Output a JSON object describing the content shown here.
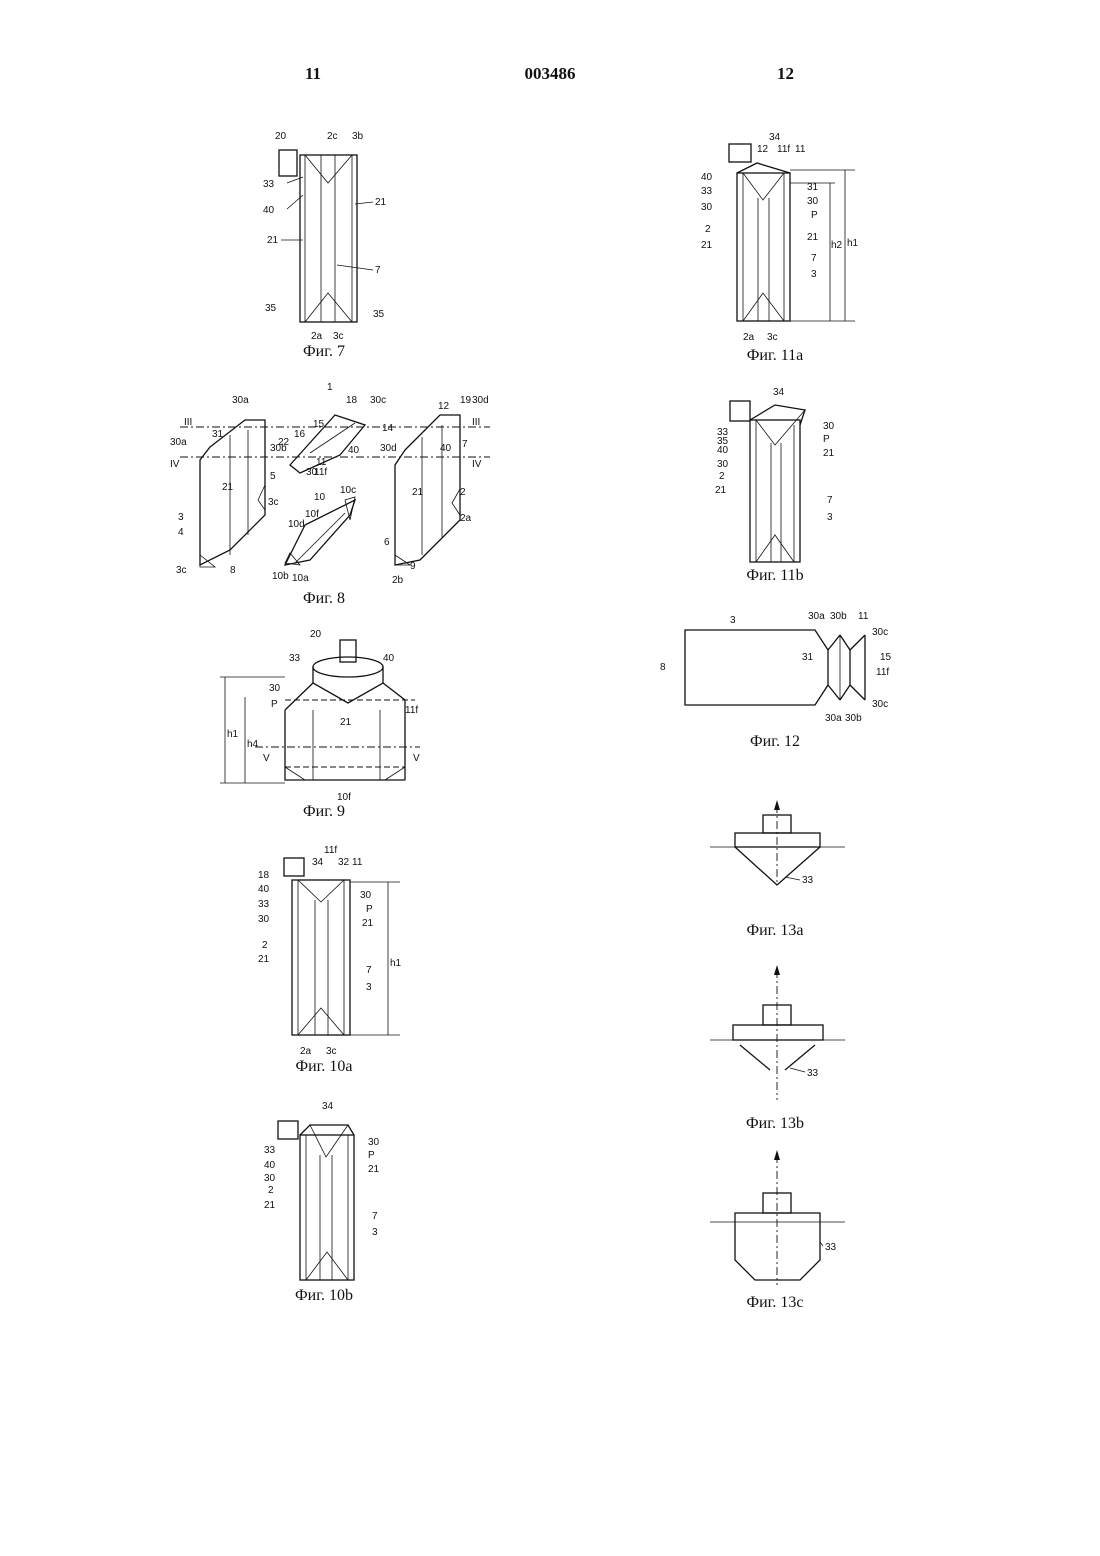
{
  "header": {
    "left_page": "11",
    "doc_number": "003486",
    "right_page": "12"
  },
  "figures": {
    "fig7": {
      "caption": "Фиг. 7",
      "labels": {
        "l20": "20",
        "l2c": "2c",
        "l3b": "3b",
        "l33": "33",
        "l40": "40",
        "l21a": "21",
        "l21b": "21",
        "l7": "7",
        "l35a": "35",
        "l35b": "35",
        "l2a": "2a",
        "l3c": "3c"
      }
    },
    "fig8": {
      "caption": "Фиг. 8",
      "labels": {
        "l1": "1",
        "l18": "18",
        "l30c": "30c",
        "l12": "12",
        "l19": "19",
        "l30d": "30d",
        "l30a1": "30a",
        "l31": "31",
        "l30a2": "30a",
        "l15": "15",
        "l16": "16",
        "l22": "22",
        "l30b": "30b",
        "l30": "30",
        "l11": "11",
        "l11f": "11f",
        "l40a": "40",
        "l30d2": "30d",
        "l14": "14",
        "l40b": "40",
        "l7": "7",
        "l5": "5",
        "l21a": "21",
        "l21b": "21",
        "l3c1": "3c",
        "l3": "3",
        "l4": "4",
        "l3c2": "3c",
        "l8": "8",
        "l10": "10",
        "l10c": "10c",
        "l10f": "10f",
        "l10d": "10d",
        "l10b": "10b",
        "l10a": "10a",
        "l2": "2",
        "l2a": "2a",
        "l6": "6",
        "l9": "9",
        "l2b": "2b",
        "lIII1": "III",
        "lIII2": "III",
        "lIV1": "IV",
        "lIV2": "IV"
      }
    },
    "fig9": {
      "caption": "Фиг. 9",
      "labels": {
        "l20": "20",
        "l33": "33",
        "l40": "40",
        "l30": "30",
        "lP": "P",
        "l21": "21",
        "l11f": "11f",
        "lh1": "h1",
        "lh4": "h4",
        "lV1": "V",
        "lV2": "V",
        "l10f": "10f"
      }
    },
    "fig10a": {
      "caption": "Фиг. 10a",
      "labels": {
        "l11f": "11f",
        "l18": "18",
        "l34": "34",
        "l32": "32",
        "l11": "11",
        "l40": "40",
        "l30a": "30",
        "l33": "33",
        "lP": "P",
        "l30b": "30",
        "l21a": "21",
        "l2": "2",
        "l21b": "21",
        "l7": "7",
        "l3": "3",
        "lh1": "h1",
        "l2a": "2a",
        "l3c": "3c"
      }
    },
    "fig10b": {
      "caption": "Фиг. 10b",
      "labels": {
        "l34": "34",
        "l30a": "30",
        "l33": "33",
        "lP": "P",
        "l40": "40",
        "l21a": "21",
        "l30b": "30",
        "l2": "2",
        "l21b": "21",
        "l7": "7",
        "l3": "3"
      }
    },
    "fig11a": {
      "caption": "Фиг. 11a",
      "labels": {
        "l34": "34",
        "l12": "12",
        "l11f": "11f",
        "l11": "11",
        "l40": "40",
        "l31": "31",
        "l33": "33",
        "l30a": "30",
        "l30b": "30",
        "lP": "P",
        "l2": "2",
        "l21a": "21",
        "l21b": "21",
        "l7": "7",
        "l3": "3",
        "lh2": "h2",
        "lh1": "h1",
        "l2a": "2a",
        "l3c": "3c"
      }
    },
    "fig11b": {
      "caption": "Фиг. 11b",
      "labels": {
        "l34": "34",
        "l30a": "30",
        "l33": "33",
        "lP": "P",
        "l35": "35",
        "l40": "40",
        "l21a": "21",
        "l30b": "30",
        "l2": "2",
        "l21b": "21",
        "l7": "7",
        "l3": "3"
      }
    },
    "fig12": {
      "caption": "Фиг. 12",
      "labels": {
        "l3": "3",
        "l30a1": "30a",
        "l30b1": "30b",
        "l11": "11",
        "l30c1": "30c",
        "l8": "8",
        "l31": "31",
        "l15": "15",
        "l11f": "11f",
        "l30a2": "30a",
        "l30b2": "30b",
        "l30c2": "30c"
      }
    },
    "fig13a": {
      "caption": "Фиг. 13a",
      "labels": {
        "l33": "33"
      }
    },
    "fig13b": {
      "caption": "Фиг. 13b",
      "labels": {
        "l33": "33"
      }
    },
    "fig13c": {
      "caption": "Фиг. 13c",
      "labels": {
        "l33": "33"
      }
    }
  }
}
